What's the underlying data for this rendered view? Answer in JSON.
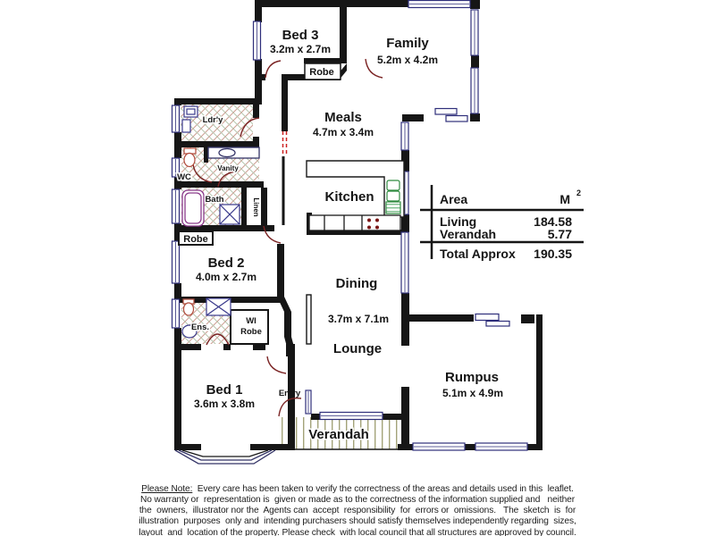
{
  "rooms": {
    "bed3": {
      "name": "Bed 3",
      "dims": "3.2m x 2.7m"
    },
    "family": {
      "name": "Family",
      "dims": "5.2m x 4.2m"
    },
    "meals": {
      "name": "Meals",
      "dims": "4.7m x 3.4m"
    },
    "kitchen": {
      "name": "Kitchen"
    },
    "dining": {
      "name": "Dining",
      "dims": "3.7m x 7.1m"
    },
    "lounge": {
      "name": "Lounge"
    },
    "bed2": {
      "name": "Bed 2",
      "dims": "4.0m x 2.7m"
    },
    "bed1": {
      "name": "Bed 1",
      "dims": "3.6m x 3.8m"
    },
    "rumpus": {
      "name": "Rumpus",
      "dims": "5.1m x 4.9m"
    },
    "verandah": {
      "name": "Verandah"
    },
    "entry": {
      "name": "Entry"
    },
    "laundry": {
      "name": "Ldr'y"
    },
    "wc": {
      "name": "WC"
    },
    "vanity": {
      "name": "Vanity"
    },
    "bath": {
      "name": "Bath"
    },
    "linen": {
      "name": "Linen"
    },
    "robe_bed3": {
      "name": "Robe"
    },
    "robe_hall": {
      "name": "Robe"
    },
    "ens": {
      "name": "Ens."
    },
    "wirobe": {
      "line1": "WI",
      "line2": "Robe"
    }
  },
  "area_table": {
    "header_label": "Area",
    "header_unit": "M",
    "header_unit_sup": "2",
    "rows": [
      {
        "label": "Living",
        "value": "184.58"
      },
      {
        "label": "Verandah",
        "value": "5.77"
      }
    ],
    "total_label": "Total Approx",
    "total_value": "190.35"
  },
  "disclaimer": {
    "l1_prefix": "Please Note:",
    "l1_rest": "  Every care has been taken to verify the correctness of the areas and details used in this  leaflet.",
    "l2": "No warranty or  representation is  given or made as to the correctness of the information supplied and   neither",
    "l3": "the  owners,  illustrator nor the  Agents can  accept  responsibility  for  errors or  omissions.   The  sketch  is  for",
    "l4": "illustration  purposes  only and  intending purchasers should satisfy themselves independently regarding  sizes,",
    "l5": "layout  and  location of the property. Please check  with local council that all structures are approved by council."
  },
  "colors": {
    "wall": "#161616",
    "window_frame": "#2e2e7a",
    "door_arc": "#7b2424",
    "tile_red": "#cc9e92",
    "tile_green": "#b7c7b0",
    "deck_stripe": "#a3a379",
    "fixture_blue": "#3a3a8c",
    "fixture_red": "#b04a3a",
    "bath_purple": "#8a3a8a",
    "pantry_green": "#2f8a3f",
    "cooktop_red": "#7a1515"
  }
}
